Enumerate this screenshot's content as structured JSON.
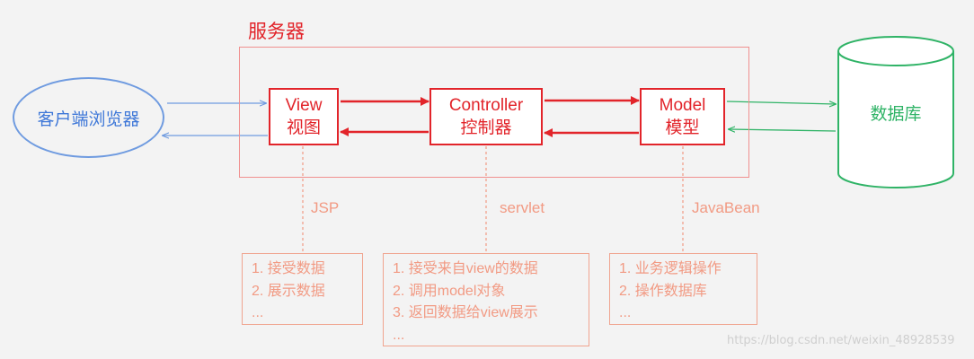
{
  "server": {
    "label": "服务器"
  },
  "client": {
    "label": "客户端浏览器"
  },
  "database": {
    "label": "数据库"
  },
  "components": {
    "view": {
      "line1": "View",
      "line2": "视图",
      "tech": "JSP"
    },
    "controller": {
      "line1": "Controller",
      "line2": "控制器",
      "tech": "servlet"
    },
    "model": {
      "line1": "Model",
      "line2": "模型",
      "tech": "JavaBean"
    }
  },
  "notes": {
    "view": [
      "1. 接受数据",
      "2. 展示数据",
      "..."
    ],
    "controller": [
      "1. 接受来自view的数据",
      "2. 调用model对象",
      "3. 返回数据给view展示",
      "..."
    ],
    "model": [
      "1. 业务逻辑操作",
      "2. 操作数据库",
      "..."
    ]
  },
  "watermark": "https://blog.csdn.net/weixin_48928539",
  "colors": {
    "primary_red": "#e2242a",
    "server_frame": "#f0908f",
    "client_blue": "#6f9be0",
    "db_green": "#2fb366",
    "note_salmon": "#f29a83",
    "background": "#f3f3f3"
  }
}
